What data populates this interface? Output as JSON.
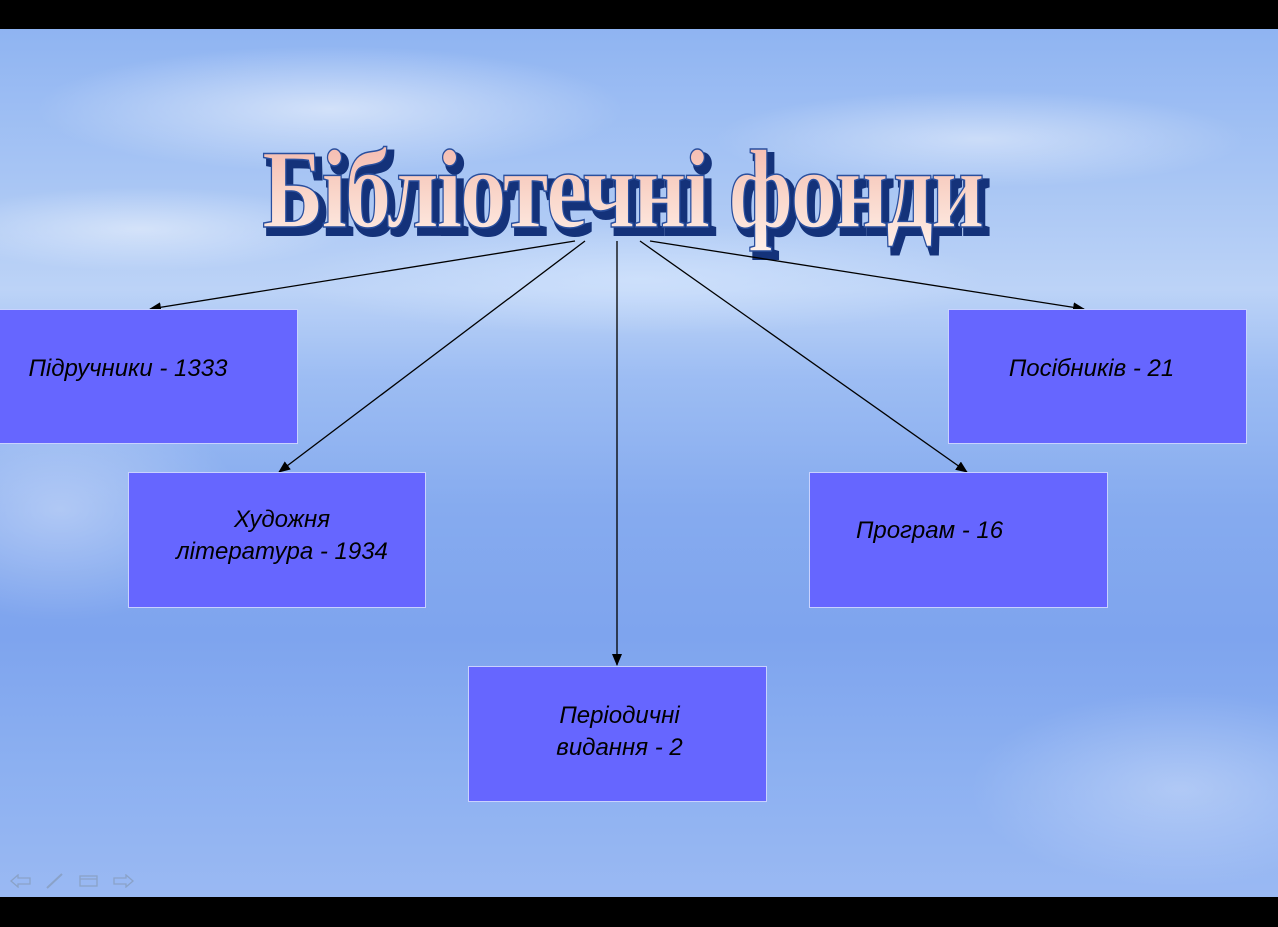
{
  "slide": {
    "title": "Бібліотечні фонди",
    "boxes": [
      {
        "id": "textbooks",
        "label": "Підручники - 1333"
      },
      {
        "id": "fiction",
        "label": "Художня\nлітература - 1934"
      },
      {
        "id": "periodicals",
        "label": "Періодичні\nвидання - 2"
      },
      {
        "id": "programs",
        "label": "Програм - 16"
      },
      {
        "id": "manuals",
        "label": "Посібників - 21"
      }
    ]
  },
  "colors": {
    "box_fill": "#6666ff",
    "title_front_top": "#f7c0b4",
    "title_front_bottom": "#ffe9df",
    "title_extrusion": "#1c3f8e"
  },
  "nav_icons": [
    "previous-slide-icon",
    "pen-icon",
    "slide-menu-icon",
    "next-slide-icon"
  ]
}
